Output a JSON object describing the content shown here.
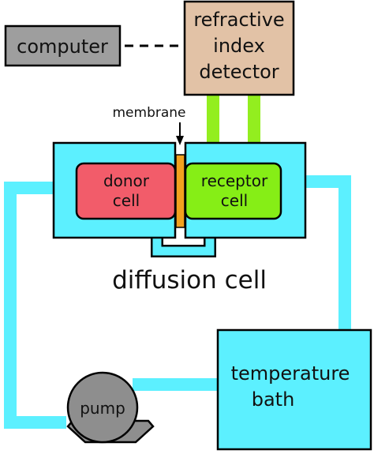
{
  "labels": {
    "computer": "computer",
    "detector_line1": "refractive",
    "detector_line2": "index",
    "detector_line3": "detector",
    "membrane": "membrane",
    "donor_line1": "donor",
    "donor_line2": "cell",
    "receptor_line1": "receptor",
    "receptor_line2": "cell",
    "diffusion_cell": "diffusion cell",
    "temperature_line1": "temperature",
    "temperature_line2": "bath",
    "pump": "pump"
  },
  "colors": {
    "computer": "#9e9e9e",
    "detector": "#e2c2a6",
    "tubing": "#5cf0ff",
    "diffusion_cell": "#5cf0ff",
    "donor_cell": "#f25c6a",
    "receptor_cell": "#86ee16",
    "detector_tubes": "#93ee1f",
    "membrane": "#f2a11e",
    "pump": "#8e8e8e"
  }
}
